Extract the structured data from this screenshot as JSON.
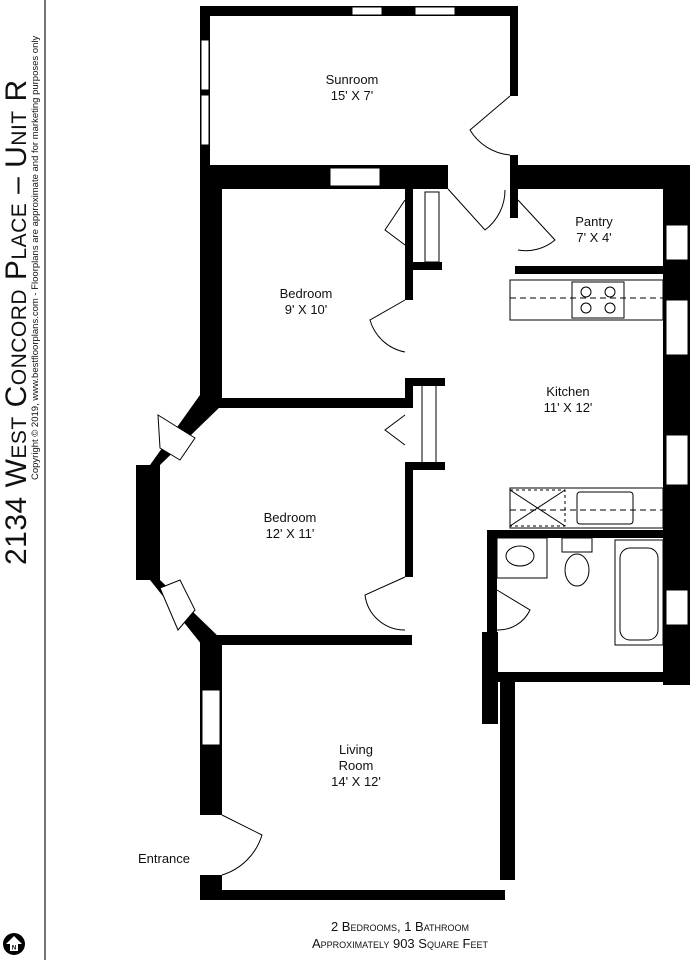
{
  "title": "2134 West Concord Place – Unit R",
  "copyright": "Copyright © 2019, www.bestfloorplans.com - Floorplans are approximate and for marketing purposes only",
  "rooms": [
    {
      "name": "Sunroom",
      "size": "15' X 7'"
    },
    {
      "name": "Pantry",
      "size": "7' X 4'"
    },
    {
      "name": "Bedroom",
      "size": "9' X 10'"
    },
    {
      "name": "Kitchen",
      "size": "11' X 12'"
    },
    {
      "name": "Bedroom",
      "size": "12' X 11'"
    },
    {
      "name": "Living Room",
      "name_line1": "Living",
      "name_line2": "Room",
      "size": "14' X 12'"
    }
  ],
  "entrance_label": "Entrance",
  "summary": {
    "line1": "2 Bedrooms, 1 Bathroom",
    "line2": "Approximately 903 Square Feet"
  },
  "north_icon": "north-arrow-icon",
  "north_letter": "N",
  "colors": {
    "wall": "#000000",
    "background": "#ffffff"
  }
}
